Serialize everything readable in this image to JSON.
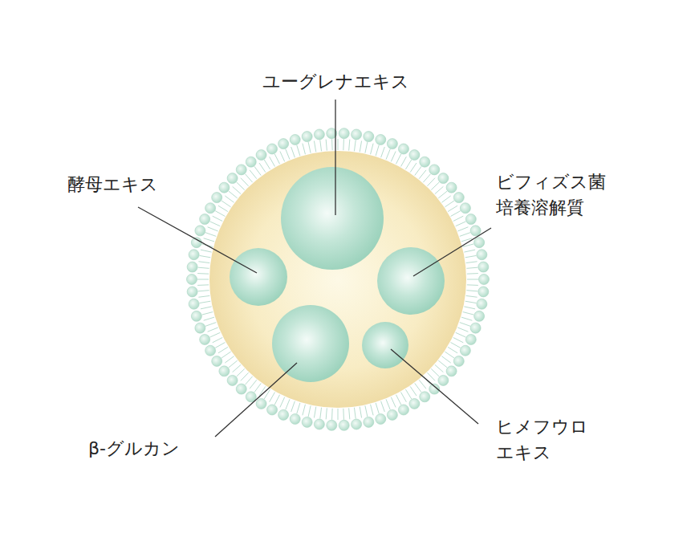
{
  "diagram": {
    "labels": [
      "ユーグレナエキス",
      "酵母エキス",
      "ビフィズス菌 培養溶解質",
      "β-グルカン",
      "ヒメフウロ エキス"
    ]
  }
}
